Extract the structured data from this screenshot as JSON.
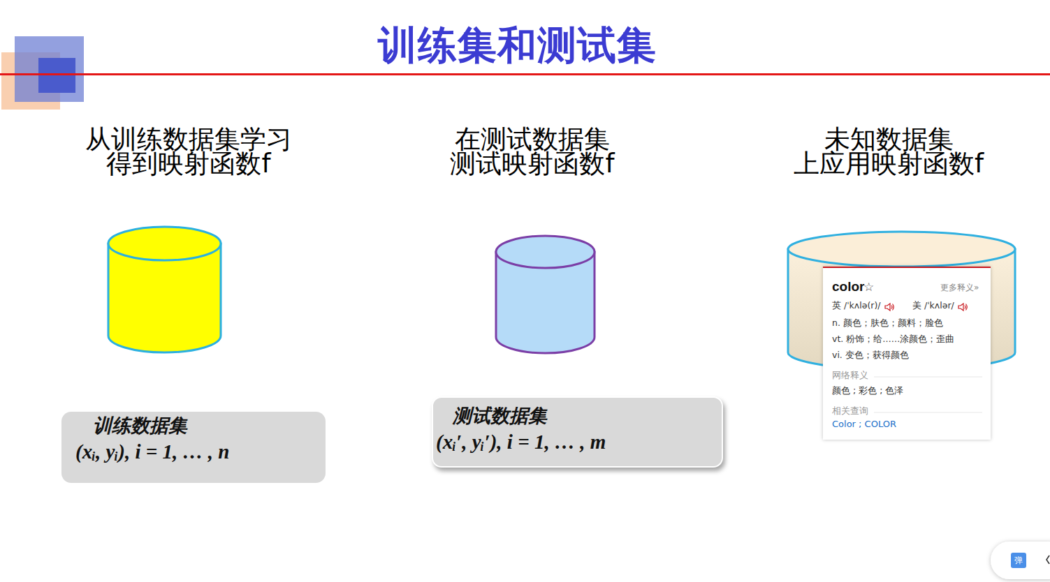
{
  "diagram": {
    "title": "训练集和测试集",
    "nodes": [
      {
        "text": [
          "从训练数据集学习 得到映射函数f"
        ]
      },
      {
        "text": [
          "训练数据集",
          "(xᵢ, yᵢ), i = 1, … , n"
        ]
      },
      {
        "text": [
          "在测试数据集 测试映射函数f"
        ]
      },
      {
        "text": [
          "测试数据集",
          "(xᵢ′, yᵢ′), i = 1, … , m"
        ]
      },
      {
        "text": [
          "未知数据集 上应用映射函数f"
        ]
      },
      {
        "text": [
          "color",
          "☆",
          "更多释义»",
          "英 /ˈkʌlə(r)/",
          "美 /ˈkʌlər/",
          "n. 颜色；肤色；颜料；脸色",
          "vt. 粉饰；给……涂颜色；歪曲",
          "vi. 变色；获得颜色",
          "网络释义",
          "颜色 ; 彩色 ; 色泽",
          "相关查询",
          "Color ; COLOR"
        ]
      }
    ],
    "labels": [
      "弹"
    ]
  }
}
